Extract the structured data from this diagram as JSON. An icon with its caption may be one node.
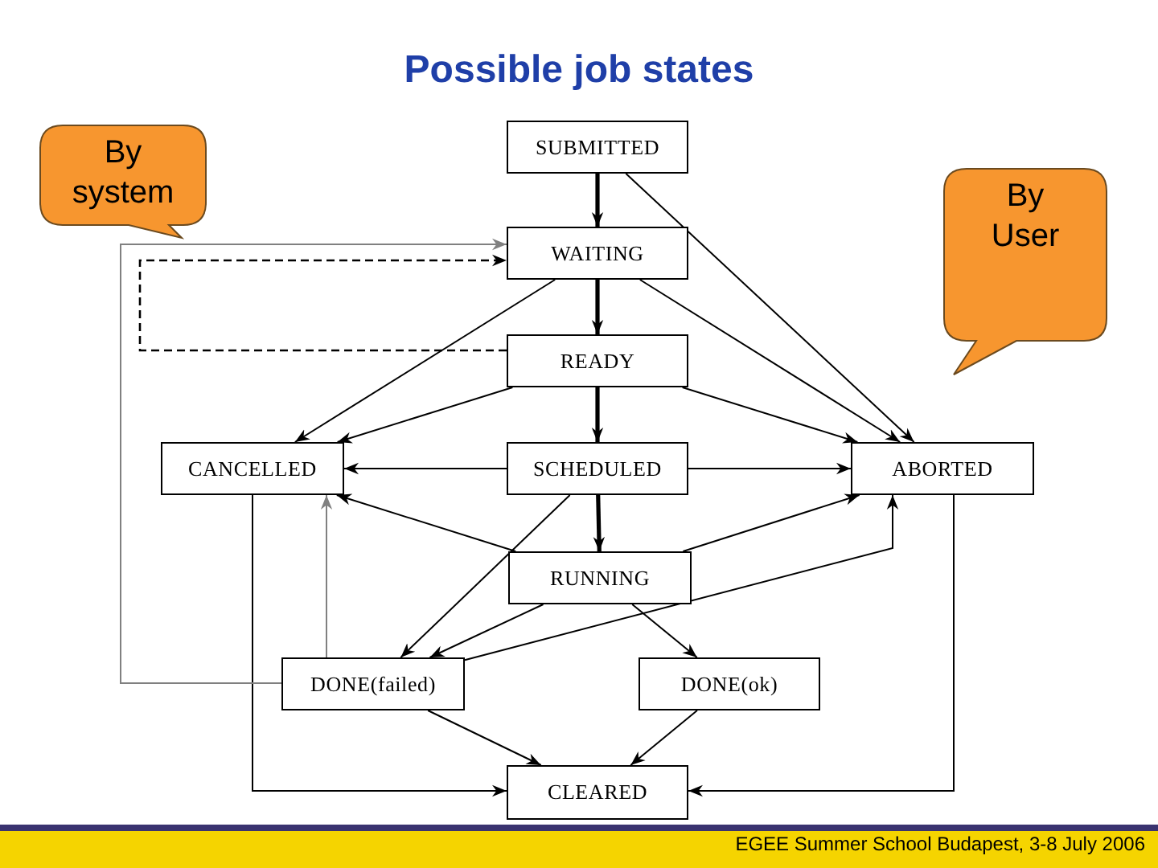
{
  "diagram": {
    "title": "Possible job states",
    "nodes": [
      {
        "text": [
          "By system"
        ]
      },
      {
        "text": [
          "By User"
        ]
      },
      {
        "text": [
          "SUBMITTED"
        ]
      },
      {
        "text": [
          "WAITING"
        ]
      },
      {
        "text": [
          "READY"
        ]
      },
      {
        "text": [
          "CANCELLED"
        ]
      },
      {
        "text": [
          "SCHEDULED"
        ]
      },
      {
        "text": [
          "ABORTED"
        ]
      },
      {
        "text": [
          "RUNNING"
        ]
      },
      {
        "text": [
          "DONE(failed)"
        ]
      },
      {
        "text": [
          "DONE(ok)"
        ]
      },
      {
        "text": [
          "CLEARED"
        ]
      }
    ],
    "edges": [
      {
        "from": 2,
        "to": 3,
        "arrow": "to",
        "style": "thick"
      },
      {
        "from": 3,
        "to": 4,
        "arrow": "to",
        "style": "thick"
      },
      {
        "from": 4,
        "to": 6,
        "arrow": "to",
        "style": "thick"
      },
      {
        "from": 6,
        "to": 8,
        "arrow": "to",
        "style": "thick"
      },
      {
        "from": 2,
        "to": 7,
        "arrow": "to"
      },
      {
        "from": 3,
        "to": 7,
        "arrow": "to"
      },
      {
        "from": 4,
        "to": 7,
        "arrow": "to"
      },
      {
        "from": 6,
        "to": 7,
        "arrow": "to"
      },
      {
        "from": 8,
        "to": 7,
        "arrow": "to"
      },
      {
        "from": 9,
        "to": 7,
        "arrow": "to"
      },
      {
        "from": 3,
        "to": 5,
        "arrow": "to"
      },
      {
        "from": 4,
        "to": 5,
        "arrow": "to"
      },
      {
        "from": 6,
        "to": 5,
        "arrow": "to"
      },
      {
        "from": 8,
        "to": 5,
        "arrow": "to"
      },
      {
        "from": 9,
        "to": 5,
        "arrow": "to",
        "color": "#808080"
      },
      {
        "from": 6,
        "to": 9,
        "arrow": "to"
      },
      {
        "from": 8,
        "to": 9,
        "arrow": "to"
      },
      {
        "from": 8,
        "to": 10,
        "arrow": "to"
      },
      {
        "from": 9,
        "to": 11,
        "arrow": "to"
      },
      {
        "from": 10,
        "to": 11,
        "arrow": "to"
      },
      {
        "from": 5,
        "to": 11,
        "arrow": "to"
      },
      {
        "from": 7,
        "to": 11,
        "arrow": "to"
      },
      {
        "from": 9,
        "to": 3,
        "arrow": "to",
        "color": "#808080"
      },
      {
        "from": 4,
        "to": 3,
        "arrow": "to",
        "style": "dashed"
      }
    ],
    "labels": [
      "EGEE Summer School Budapest, 3-8 July 2006"
    ]
  }
}
